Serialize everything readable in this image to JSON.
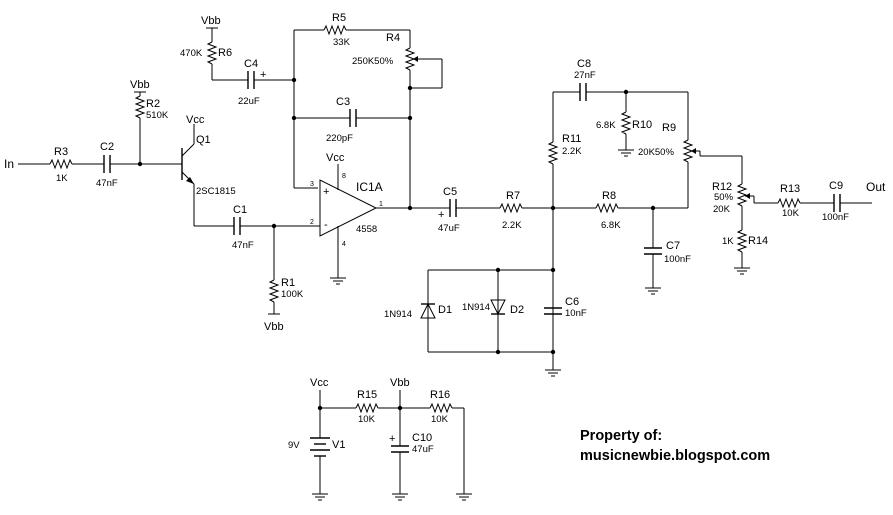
{
  "io": {
    "in": "In",
    "out": "Out"
  },
  "rails": {
    "vbb": "Vbb",
    "vcc": "Vcc"
  },
  "components": {
    "R1": {
      "ref": "R1",
      "value": "100K"
    },
    "R2": {
      "ref": "R2",
      "value": "510K"
    },
    "R3": {
      "ref": "R3",
      "value": "1K"
    },
    "R4": {
      "ref": "R4",
      "value": "250K50%"
    },
    "R5": {
      "ref": "R5",
      "value": "33K"
    },
    "R6": {
      "ref": "R6",
      "value": "470K"
    },
    "R7": {
      "ref": "R7",
      "value": "2.2K"
    },
    "R8": {
      "ref": "R8",
      "value": "6.8K"
    },
    "R9": {
      "ref": "R9",
      "value": "20K50%"
    },
    "R10": {
      "ref": "R10",
      "value": "6.8K"
    },
    "R11": {
      "ref": "R11",
      "value": "2.2K"
    },
    "R12": {
      "ref": "R12",
      "value_pct": "50%",
      "value": "20K"
    },
    "R13": {
      "ref": "R13",
      "value": "10K"
    },
    "R14": {
      "ref": "R14",
      "value": "1K"
    },
    "R15": {
      "ref": "R15",
      "value": "10K"
    },
    "R16": {
      "ref": "R16",
      "value": "10K"
    },
    "C1": {
      "ref": "C1",
      "value": "47nF"
    },
    "C2": {
      "ref": "C2",
      "value": "47nF"
    },
    "C3": {
      "ref": "C3",
      "value": "220pF"
    },
    "C4": {
      "ref": "C4",
      "value": "22uF"
    },
    "C5": {
      "ref": "C5",
      "value": "47uF"
    },
    "C6": {
      "ref": "C6",
      "value": "10nF"
    },
    "C7": {
      "ref": "C7",
      "value": "100nF"
    },
    "C8": {
      "ref": "C8",
      "value": "27nF"
    },
    "C9": {
      "ref": "C9",
      "value": "100nF"
    },
    "C10": {
      "ref": "C10",
      "value": "47uF"
    },
    "Q1": {
      "ref": "Q1",
      "value": "2SC1815"
    },
    "D1": {
      "ref": "D1",
      "value": "1N914"
    },
    "D2": {
      "ref": "D2",
      "value": "1N914"
    },
    "IC1A": {
      "ref": "IC1A",
      "value": "4558",
      "pin_out": "1",
      "pin_plus": "3",
      "pin_minus": "2",
      "pin_vcc": "8",
      "pin_gnd": "4",
      "plus": "+",
      "minus": "-"
    },
    "V1": {
      "ref": "V1",
      "value": "9V"
    }
  },
  "polarity": {
    "plus": "+"
  },
  "credit": {
    "line1": "Property of:",
    "line2": "musicnewbie.blogspot.com"
  }
}
